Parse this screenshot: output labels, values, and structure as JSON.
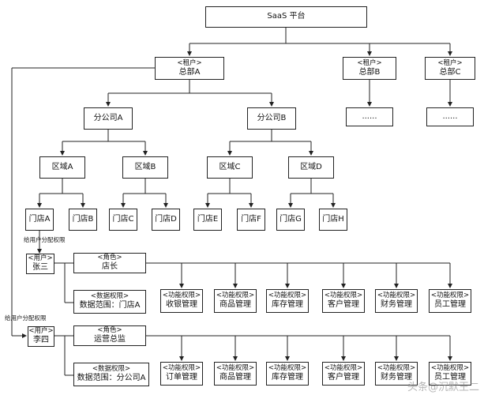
{
  "root": "SaaS 平台",
  "tenant_tag": "<租户>",
  "hq": {
    "a": "总部A",
    "b": "总部B",
    "c": "总部C"
  },
  "ellipsis": "......",
  "branch": {
    "a": "分公司A",
    "b": "分公司B"
  },
  "region": {
    "a": "区域A",
    "b": "区域B",
    "c": "区域C",
    "d": "区域D"
  },
  "store": {
    "a": "门店A",
    "b": "门店B",
    "c": "门店C",
    "d": "门店D",
    "e": "门店E",
    "f": "门店F",
    "g": "门店G",
    "h": "门店H"
  },
  "assign_note": "给用户分配权限",
  "user_tag": "<用户>",
  "role_tag": "<角色>",
  "data_perm_tag": "<数据权限>",
  "func_perm_tag": "<功能权限>",
  "user1": {
    "name": "张三",
    "role": "店长",
    "data_scope": "数据范围：门店A",
    "funcs": [
      "收银管理",
      "商品管理",
      "库存管理",
      "客户管理",
      "财务管理",
      "员工管理"
    ]
  },
  "user2": {
    "name": "李四",
    "role": "运营总监",
    "data_scope": "数据范围：分公司A",
    "funcs": [
      "订单管理",
      "商品管理",
      "库存管理",
      "客户管理",
      "财务管理",
      "员工管理"
    ]
  },
  "watermark": "头条@沉默王二"
}
